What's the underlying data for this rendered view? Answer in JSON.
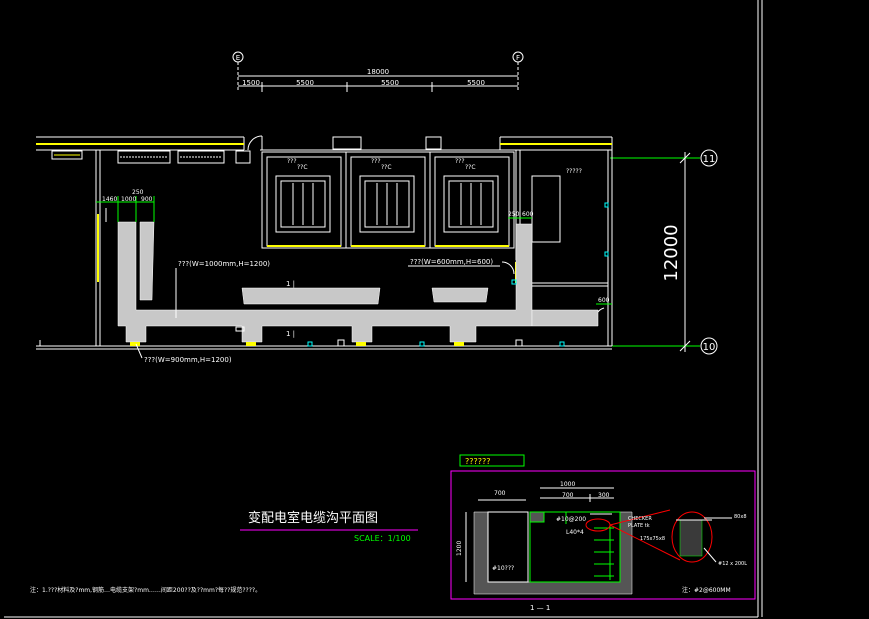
{
  "colors": {
    "background": "#000000",
    "line": "#ffffff",
    "dim_green": "#00ff00",
    "axis_circle": "#ffffff",
    "trench": "#c8c8c8",
    "yellow": "#ffff00",
    "cyan": "#00ffff",
    "magenta": "#ff00ff",
    "red": "#ff0000"
  },
  "axes": {
    "top_left": "E",
    "top_right": "F",
    "right_top": "11",
    "right_bottom": "10"
  },
  "dims_top": {
    "overall": "18000",
    "segments": [
      "1500",
      "5500",
      "5500",
      "5500"
    ]
  },
  "dims_right": {
    "overall": "12000"
  },
  "dims_left": {
    "a": "1460",
    "b": "1000",
    "c": "900",
    "top": "250"
  },
  "dims_mid": {
    "a": "250",
    "b": "600",
    "c": "600"
  },
  "rooms": {
    "cabinet_label": "???",
    "cabinet_sub": "??C",
    "right_room": "?????"
  },
  "annotations": {
    "main_trench": "???(W=1000mm,H=1200)",
    "branch_trench": "???(W=600mm,H=600)",
    "bottom_trench": "???(W=900mm,H=1200)",
    "section_mark_top": "1 |",
    "section_mark_bottom": "1 |"
  },
  "title": {
    "main": "变配电室电缆沟平面图",
    "scale": "SCALE：1/100"
  },
  "note": "注：1.???材料及?mm,钢筋…电缆支架?mm……间距200??及??mm?每??规范????。",
  "detail": {
    "header": "??????",
    "dim_top": "1000",
    "dim_a": "700",
    "dim_b": "300",
    "dim_left_top": "700",
    "dim_left_side": "1200",
    "bar_label": "#10@200",
    "angle_label": "L40*4",
    "bottom_label": "#10???",
    "plate_label_1": "CHECKER",
    "plate_label_2": "PLATE tk",
    "frame_label": "175x75x8",
    "right_label_1": "80x8",
    "right_label_2": "#12 x 200L",
    "note": "注：#2@600MM",
    "section_caption": "1 — 1"
  }
}
